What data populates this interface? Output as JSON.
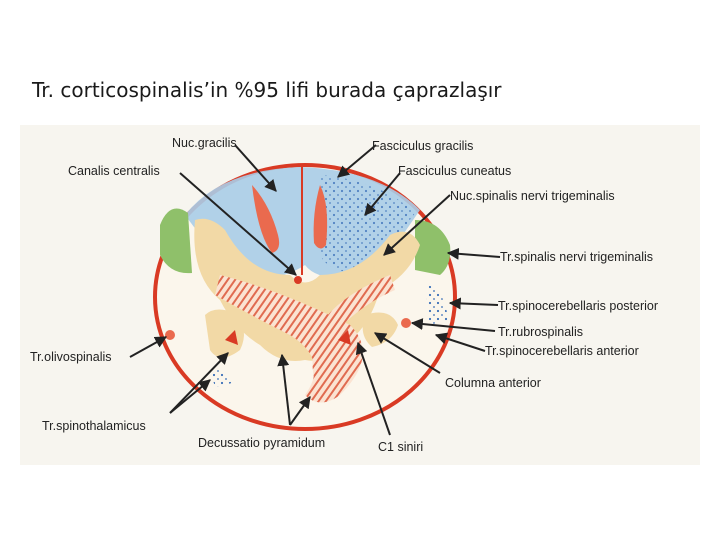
{
  "slide": {
    "title": "Tr. corticospinalis’in %95 lifi burada çaprazlaşır"
  },
  "diagram": {
    "labels": {
      "nuc_gracilis": "Nuc.gracilis",
      "canalis_centralis": "Canalis centralis",
      "fasciculus_gracilis": "Fasciculus gracilis",
      "fasciculus_cuneatus": "Fasciculus cuneatus",
      "nuc_spinalis_trigeminalis": "Nuc.spinalis nervi trigeminalis",
      "tr_spinalis_trigeminalis": "Tr.spinalis nervi trigeminalis",
      "tr_spinocerebellaris_posterior": "Tr.spinocerebellaris posterior",
      "tr_rubrospinalis": "Tr.rubrospinalis",
      "tr_spinocerebellaris_anterior": "Tr.spinocerebellaris anterior",
      "columna_anterior": "Columna anterior",
      "tr_olivospinalis": "Tr.olivospinalis",
      "tr_spinothalamicus": "Tr.spinothalamicus",
      "decussatio_pyramidum": "Decussatio pyramidum",
      "c1_siniri": "C1 siniri"
    },
    "colors": {
      "background": "#f7f5ef",
      "outline": "#d93a24",
      "white_matter": "#fbf6ec",
      "grey_matter": "#f2d9a6",
      "dorsal_columns": "#a9cde8",
      "dorsal_nuclei": "#ea6a4e",
      "trigeminal_tract": "#8fc06a",
      "tract_dots": "#3a6fb8",
      "pyramid_fibers": "#e06b50",
      "arrow": "#222222"
    }
  }
}
